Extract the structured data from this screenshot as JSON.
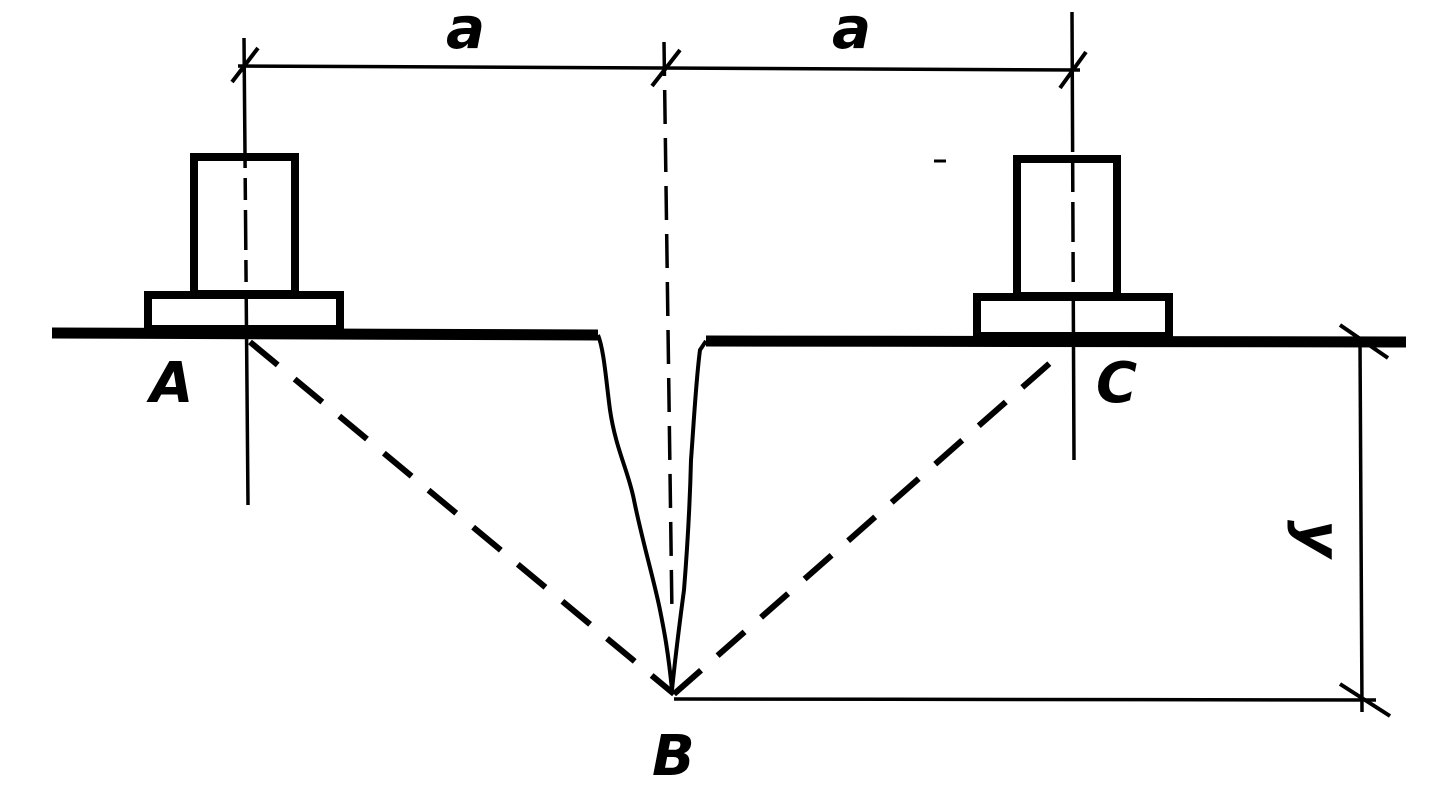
{
  "labels": {
    "point_a": "A",
    "point_b": "B",
    "point_c": "C",
    "dim_left": "a",
    "dim_right": "a",
    "dim_depth": "y"
  },
  "colors": {
    "ink": "#000000",
    "paper": "#ffffff"
  }
}
